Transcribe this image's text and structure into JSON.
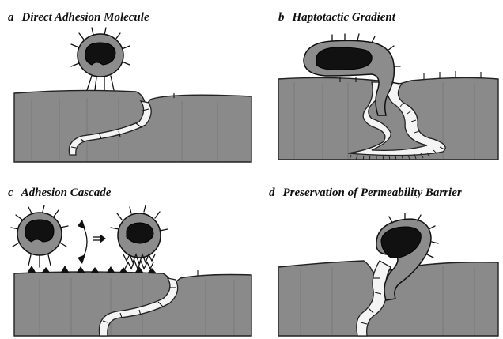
{
  "panels": [
    {
      "letter": "a",
      "title": "Direct Adhesion Molecule"
    },
    {
      "letter": "b",
      "title": "Haptotactic Gradient"
    },
    {
      "letter": "c",
      "title": "Adhesion Cascade"
    },
    {
      "letter": "d",
      "title": "Preservation of Permeability Barrier"
    }
  ],
  "colors": {
    "tissue": "#8a8a8a",
    "cell": "#8c8c8c",
    "nucleus": "#111111",
    "channel": "#f4f4f4",
    "outline": "#111111"
  }
}
